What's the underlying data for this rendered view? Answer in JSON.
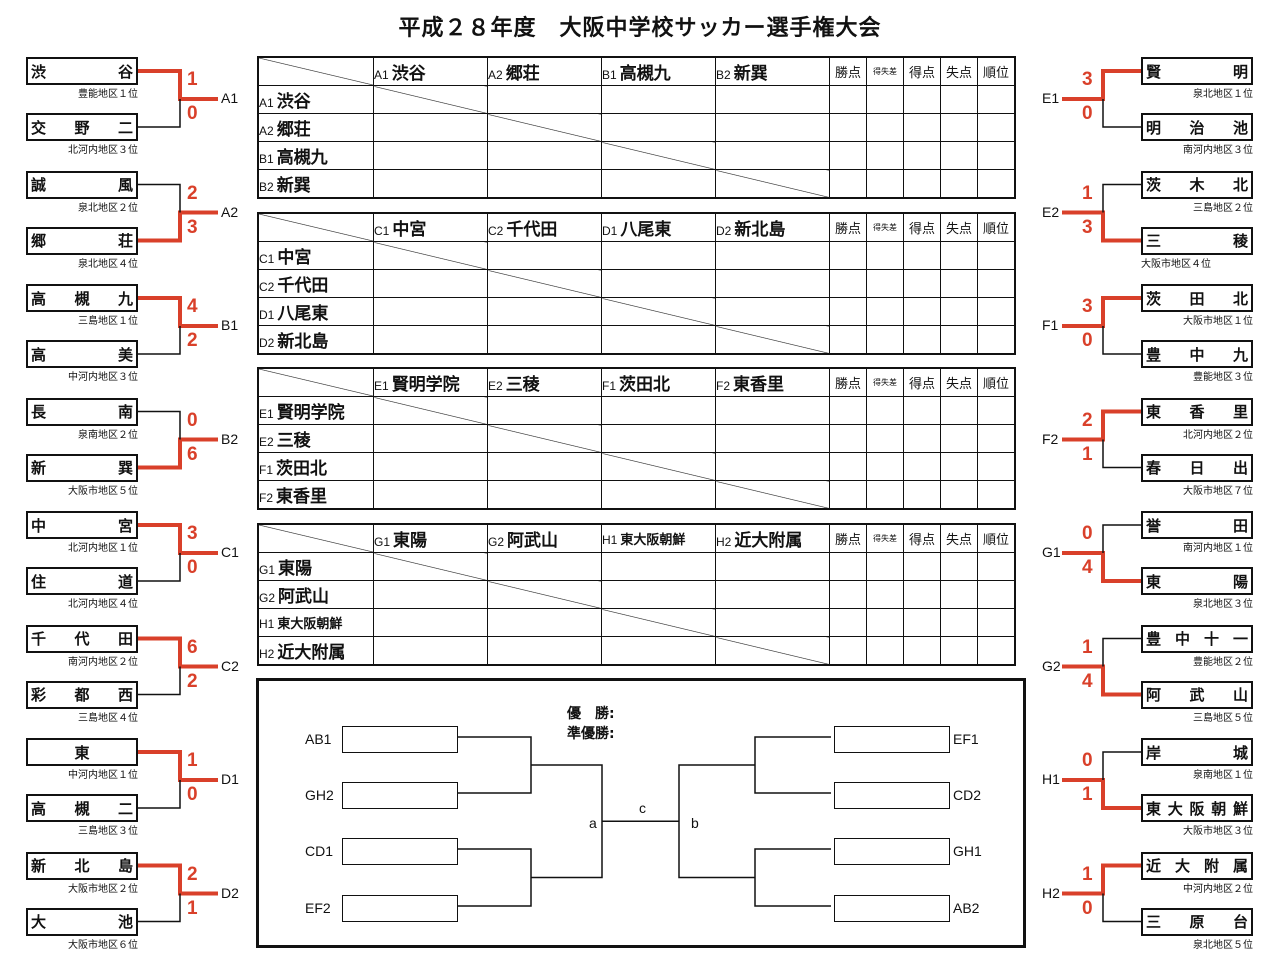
{
  "title": "平成２８年度　大阪中学校サッカー選手権大会",
  "colors": {
    "winner_line": "#d9402a",
    "line": "#111111"
  },
  "left_groups": [
    {
      "label": "A1",
      "top": {
        "name": "渋谷",
        "region": "豊能地区１位",
        "score": "1"
      },
      "bottom": {
        "name": "交野二",
        "region": "北河内地区３位",
        "score": "0"
      },
      "winner": "top"
    },
    {
      "label": "A2",
      "top": {
        "name": "誠風",
        "region": "泉北地区２位",
        "score": "2"
      },
      "bottom": {
        "name": "郷荘",
        "region": "泉北地区４位",
        "score": "3"
      },
      "winner": "bottom"
    },
    {
      "label": "B1",
      "top": {
        "name": "高槻九",
        "region": "三島地区１位",
        "score": "4"
      },
      "bottom": {
        "name": "高美",
        "region": "中河内地区３位",
        "score": "2"
      },
      "winner": "top"
    },
    {
      "label": "B2",
      "top": {
        "name": "長南",
        "region": "泉南地区２位",
        "score": "0"
      },
      "bottom": {
        "name": "新巽",
        "region": "大阪市地区５位",
        "score": "6"
      },
      "winner": "bottom"
    },
    {
      "label": "C1",
      "top": {
        "name": "中宮",
        "region": "北河内地区１位",
        "score": "3"
      },
      "bottom": {
        "name": "住道",
        "region": "北河内地区４位",
        "score": "0"
      },
      "winner": "top"
    },
    {
      "label": "C2",
      "top": {
        "name": "千代田",
        "region": "南河内地区２位",
        "score": "6"
      },
      "bottom": {
        "name": "彩都西",
        "region": "三島地区４位",
        "score": "2"
      },
      "winner": "top"
    },
    {
      "label": "D1",
      "top": {
        "name": "東",
        "region": "中河内地区１位",
        "score": "1"
      },
      "bottom": {
        "name": "高槻二",
        "region": "三島地区３位",
        "score": "0"
      },
      "winner": "top"
    },
    {
      "label": "D2",
      "top": {
        "name": "新北島",
        "region": "大阪市地区２位",
        "score": "2"
      },
      "bottom": {
        "name": "大池",
        "region": "大阪市地区６位",
        "score": "1"
      },
      "winner": "top"
    }
  ],
  "right_groups": [
    {
      "label": "E1",
      "top": {
        "name": "賢明",
        "region": "泉北地区１位",
        "score": "3"
      },
      "bottom": {
        "name": "明治池",
        "region": "南河内地区３位",
        "score": "0"
      },
      "winner": "top"
    },
    {
      "label": "E2",
      "top": {
        "name": "茨木北",
        "region": "三島地区２位",
        "score": "1"
      },
      "bottom": {
        "name": "三稜",
        "region": "大阪市地区４位",
        "score": "3"
      },
      "winner": "bottom"
    },
    {
      "label": "F1",
      "top": {
        "name": "茨田北",
        "region": "大阪市地区１位",
        "score": "3"
      },
      "bottom": {
        "name": "豊中九",
        "region": "豊能地区３位",
        "score": "0"
      },
      "winner": "top"
    },
    {
      "label": "F2",
      "top": {
        "name": "東香里",
        "region": "北河内地区２位",
        "score": "2"
      },
      "bottom": {
        "name": "春日出",
        "region": "大阪市地区７位",
        "score": "1"
      },
      "winner": "top"
    },
    {
      "label": "G1",
      "top": {
        "name": "誉田",
        "region": "南河内地区１位",
        "score": "0"
      },
      "bottom": {
        "name": "東陽",
        "region": "泉北地区３位",
        "score": "4"
      },
      "winner": "bottom"
    },
    {
      "label": "G2",
      "top": {
        "name": "豊中十一",
        "region": "豊能地区２位",
        "score": "1"
      },
      "bottom": {
        "name": "阿武山",
        "region": "三島地区５位",
        "score": "4"
      },
      "winner": "bottom"
    },
    {
      "label": "H1",
      "top": {
        "name": "岸城",
        "region": "泉南地区１位",
        "score": "0"
      },
      "bottom": {
        "name": "東大阪朝鮮",
        "region": "大阪市地区３位",
        "score": "1"
      },
      "winner": "bottom"
    },
    {
      "label": "H2",
      "top": {
        "name": "近大附属",
        "region": "中河内地区２位",
        "score": "1"
      },
      "bottom": {
        "name": "三原台",
        "region": "泉北地区５位",
        "score": "0"
      },
      "winner": "top"
    }
  ],
  "stat_headers": [
    "勝点",
    "得失差",
    "得点",
    "失点",
    "順位"
  ],
  "leagues": [
    {
      "teams": [
        {
          "code": "A1",
          "name": "渋谷"
        },
        {
          "code": "A2",
          "name": "郷荘"
        },
        {
          "code": "B1",
          "name": "高槻九"
        },
        {
          "code": "B2",
          "name": "新巽"
        }
      ]
    },
    {
      "teams": [
        {
          "code": "C1",
          "name": "中宮"
        },
        {
          "code": "C2",
          "name": "千代田"
        },
        {
          "code": "D1",
          "name": "八尾東"
        },
        {
          "code": "D2",
          "name": "新北島"
        }
      ]
    },
    {
      "teams": [
        {
          "code": "E1",
          "name": "賢明学院"
        },
        {
          "code": "E2",
          "name": "三稜"
        },
        {
          "code": "F1",
          "name": "茨田北"
        },
        {
          "code": "F2",
          "name": "東香里"
        }
      ]
    },
    {
      "teams": [
        {
          "code": "G1",
          "name": "東陽"
        },
        {
          "code": "G2",
          "name": "阿武山"
        },
        {
          "code": "H1",
          "name": "東大阪朝鮮",
          "small": true
        },
        {
          "code": "H2",
          "name": "近大附属"
        }
      ]
    }
  ],
  "final": {
    "champion_label": "優　勝:",
    "runner_up_label": "準優勝:",
    "left_slots": [
      "AB1",
      "GH2",
      "CD1",
      "EF2"
    ],
    "right_slots": [
      "EF1",
      "CD2",
      "GH1",
      "AB2"
    ],
    "node_a": "a",
    "node_b": "b",
    "node_c": "c"
  }
}
